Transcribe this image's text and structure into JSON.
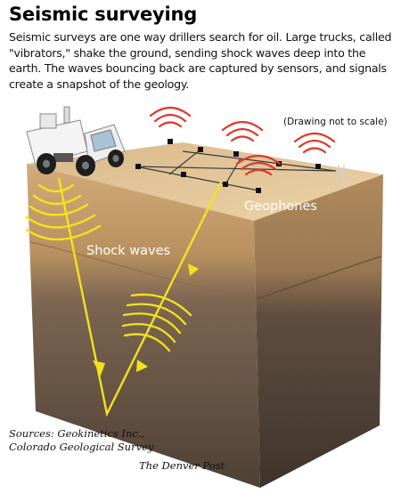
{
  "header": {
    "title": "Seismic surveying",
    "intro_lines": [
      "Seismic surveys are one way drillers search for oil. Large trucks, called",
      "\"vibrators,\" shake the ground, sending shock waves deep into the",
      "earth. The waves bouncing back are captured by sensors, and signals",
      "create a snapshot of the geology."
    ]
  },
  "diagram": {
    "note": "(Drawing not to scale)",
    "label_geophones": "Geophones",
    "label_shock_waves": "Shock waves"
  },
  "footer": {
    "sources_line1": "Sources: Geokinetics Inc.,",
    "sources_line2": "Colorado Geological Survey",
    "credit": "The Denver Post"
  },
  "colors": {
    "wave_yellow": "#f2e21c",
    "signal_red": "#e0362b",
    "surface_top": "#e3c497",
    "soil_front": "#c59a67",
    "rock_front": "#6f5a49",
    "deep_front": "#55463a"
  }
}
